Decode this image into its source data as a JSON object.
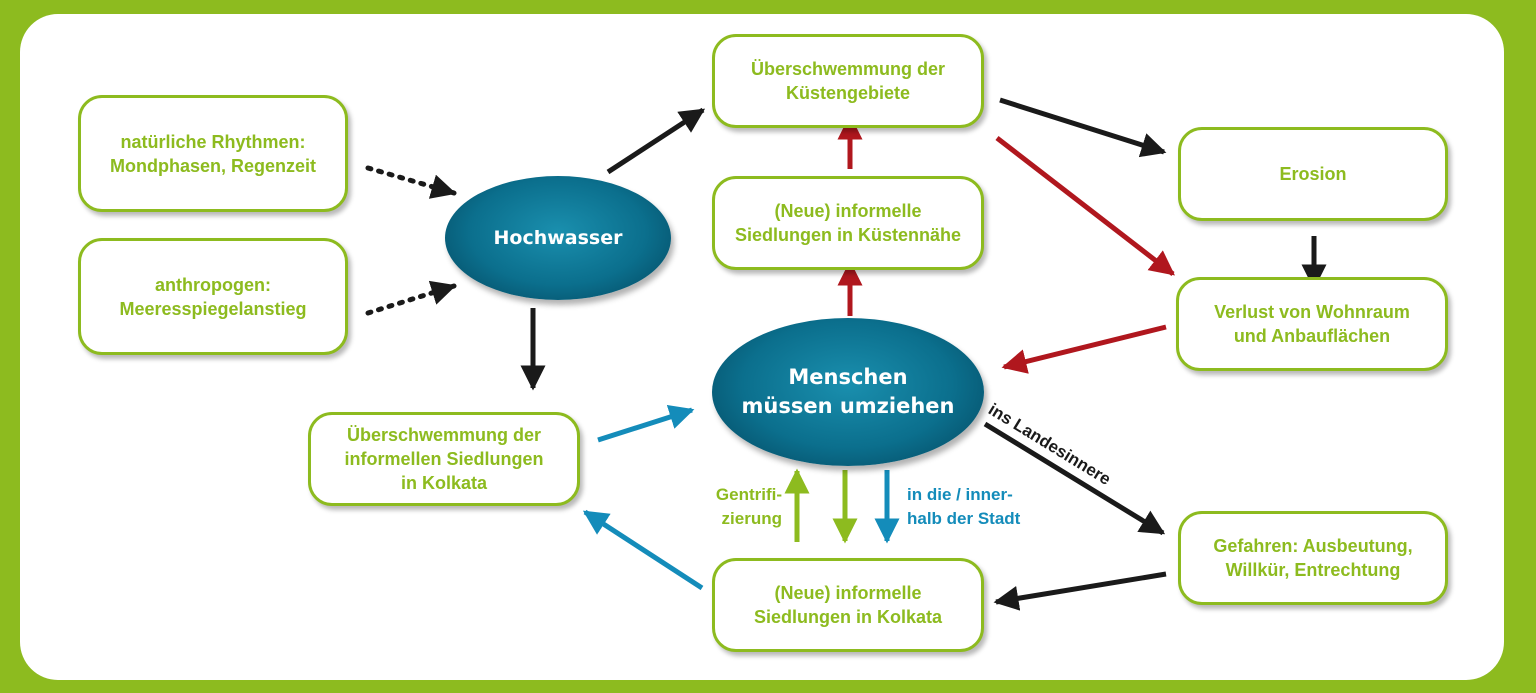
{
  "nodes": {
    "natuerlich": "natürliche Rhythmen:\nMondphasen, Regenzeit",
    "anthropogen": "anthropogen:\nMeeresspiegelanstieg",
    "hochwasser": "Hochwasser",
    "ueberschwemmung_kueste": "Überschwemmung der\nKüstengebiete",
    "siedlungen_kuestennaehe": "(Neue) informelle\nSiedlungen in Küstennähe",
    "erosion": "Erosion",
    "verlust": "Verlust von Wohnraum\nund Anbauflächen",
    "menschen": "Menschen\nmüssen umziehen",
    "ueberschwemmung_kolkata": "Überschwemmung der\ninformellen Siedlungen\nin Kolkata",
    "siedlungen_kolkata": "(Neue) informelle\nSiedlungen in Kolkata",
    "gefahren": "Gefahren: Ausbeutung,\nWillkür, Entrechtung"
  },
  "edge_labels": {
    "gentrifizierung": "Gentrifi-\nzierung",
    "in_die_stadt": "in die / inner-\nhalb der Stadt",
    "landesinnere": "ins Landesinnere"
  },
  "colors": {
    "frame": "#8dbb1f",
    "node_text": "#8dbb1f",
    "ellipse": "#0b6f8d",
    "arrow_black": "#1a1a1a",
    "arrow_red": "#b0171e",
    "arrow_green": "#8dbb1f",
    "arrow_blue": "#148cba"
  }
}
